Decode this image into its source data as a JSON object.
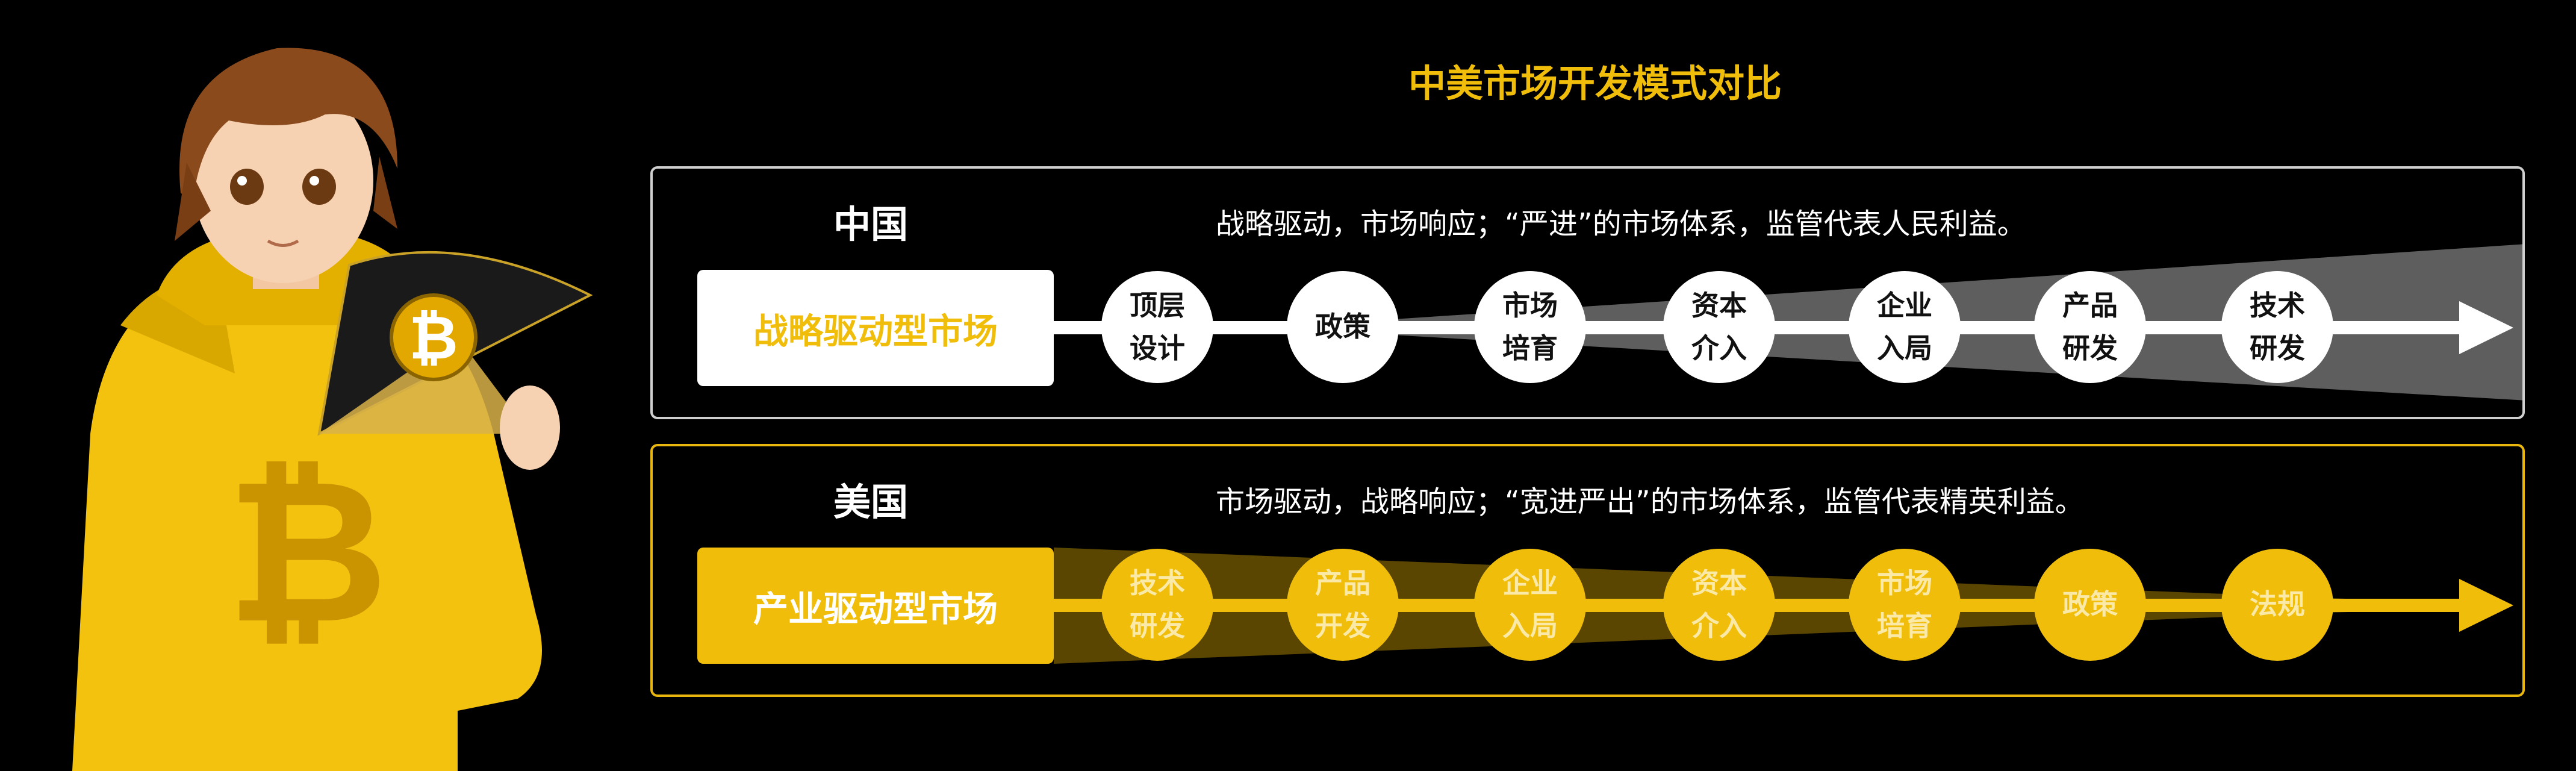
{
  "title": "中美市场开发模式对比",
  "colors": {
    "accent": "#F0BE0A",
    "china_border": "#cfcfcf",
    "usa_border": "#E8B60C"
  },
  "china": {
    "country": "中国",
    "description": "战略驱动，市场响应；“严进”的市场体系，监管代表人民利益。",
    "label": "战略驱动型市场",
    "nodes": [
      "顶层\n设计",
      "政策",
      "市场\n培育",
      "资本\n介入",
      "企业\n入局",
      "产品\n研发",
      "技术\n研发"
    ]
  },
  "usa": {
    "country": "美国",
    "description": "市场驱动，战略响应；“宽进严出”的市场体系，监管代表精英利益。",
    "label": "产业驱动型市场",
    "nodes": [
      "技术\n研发",
      "产品\n开发",
      "企业\n入局",
      "资本\n介入",
      "市场\n培育",
      "政策",
      "法规"
    ]
  }
}
